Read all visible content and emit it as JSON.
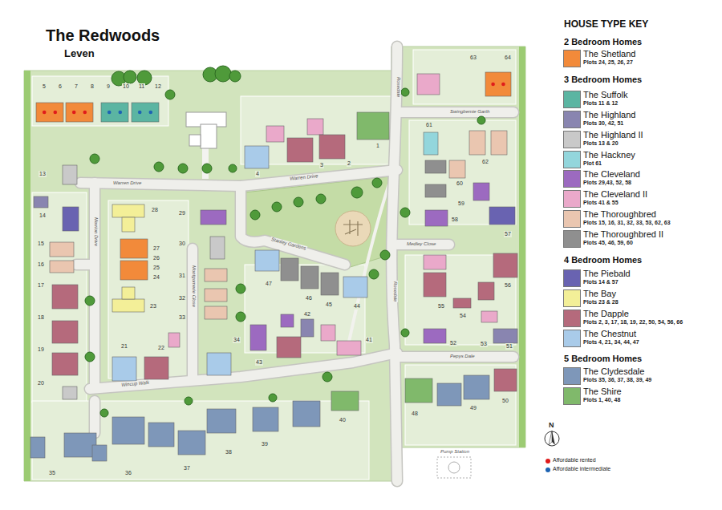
{
  "diagram": {
    "title": "The Redwoods",
    "labels": [
      "Leven",
      "HOUSE TYPE KEY",
      "2 Bedroom Homes",
      "Plots 24, 25, 26, 27",
      "3 Bedroom Homes",
      "Plots 11 & 12",
      "Plots 30, 42, 51",
      "Plots 13 & 20",
      "Plot 61",
      "Plots 29,43, 52, 58",
      "Plots 41 & 55",
      "Plots 15, 16, 31, 32, 33, 53, 62, 63",
      "Plots 45, 46, 59, 60",
      "4 Bedroom Homes",
      "Plots 14 & 57",
      "Plots 23 & 28",
      "Plots 2, 3, 17, 18, 19, 22, 50, 54, 56, 66",
      "Plots 4, 21, 34, 44, 47",
      "5 Bedroom Homes",
      "Plots 35, 36, 37, 38, 39, 49",
      "Plots 1, 40, 48",
      "N",
      "Warren Drive",
      "Warren Drive",
      "Rosedale",
      "Rosedale",
      "Medley Close",
      "Pepys Dale",
      "Swingbemie Garth",
      "Stanley Gardens",
      "Merrion Drive",
      "Montgomerie Close",
      "Wincup Walk",
      "Pump Station",
      "1",
      "2",
      "3",
      "4",
      "5",
      "6",
      "7",
      "8",
      "9",
      "10",
      "11",
      "12",
      "13",
      "14",
      "15",
      "16",
      "17",
      "18",
      "19",
      "20",
      "21",
      "22",
      "23",
      "24",
      "25",
      "26",
      "27",
      "28",
      "29",
      "30",
      "31",
      "32",
      "33",
      "34",
      "35",
      "36",
      "37",
      "38",
      "39",
      "40",
      "41",
      "42",
      "43",
      "44",
      "45",
      "46",
      "47",
      "48",
      "49",
      "50",
      "51",
      "52",
      "53",
      "54",
      "55",
      "56",
      "57",
      "58",
      "59",
      "60",
      "61",
      "62",
      "63",
      "64"
    ],
    "legend": [
      {
        "text": "The Shetland",
        "color": "#f28a3a"
      },
      {
        "text": "The Suffolk",
        "color": "#5bb5a2"
      },
      {
        "text": "The Highland",
        "color": "#8985b0"
      },
      {
        "text": "The Highland II",
        "color": "#c9c9c9"
      },
      {
        "text": "The Hackney",
        "color": "#93d6dc"
      },
      {
        "text": "The Cleveland",
        "color": "#9c6ac0"
      },
      {
        "text": "The Cleveland II",
        "color": "#eaa9ca"
      },
      {
        "text": "The Thoroughbred",
        "color": "#eac6b0"
      },
      {
        "text": "The Thoroughbred II",
        "color": "#8f8f8f"
      },
      {
        "text": "The Piebald",
        "color": "#6963b1"
      },
      {
        "text": "The Bay",
        "color": "#f3ef98"
      },
      {
        "text": "The Dapple",
        "color": "#b56a7c"
      },
      {
        "text": "The Chestnut",
        "color": "#a9cbe9"
      },
      {
        "text": "The Clydesdale",
        "color": "#7e97b9"
      },
      {
        "text": "The Shire",
        "color": "#80b96b"
      },
      {
        "text": "Affordable rented",
        "color": "#e01b1b"
      },
      {
        "text": "Affordable intermediate",
        "color": "#1d63b3"
      }
    ]
  }
}
